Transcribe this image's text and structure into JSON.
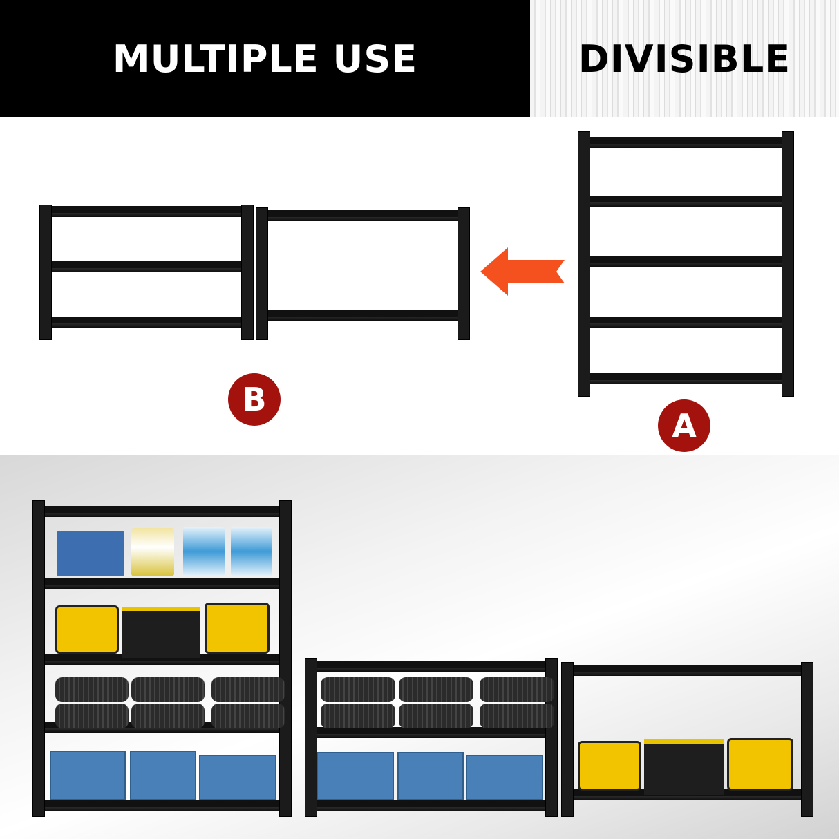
{
  "header": {
    "left_title": "MULTIPLE USE",
    "right_title": "DIVISIBLE"
  },
  "diagram": {
    "badge_a": "A",
    "badge_b": "B",
    "arrow_direction": "left",
    "colors": {
      "badge": "#a3120d",
      "arrow": "#f4511e",
      "frame": "#111111"
    }
  },
  "scene": {
    "colors": {
      "bin": "#4a80b8",
      "tool": "#f2c400",
      "tire": "#2b2b2b"
    }
  }
}
